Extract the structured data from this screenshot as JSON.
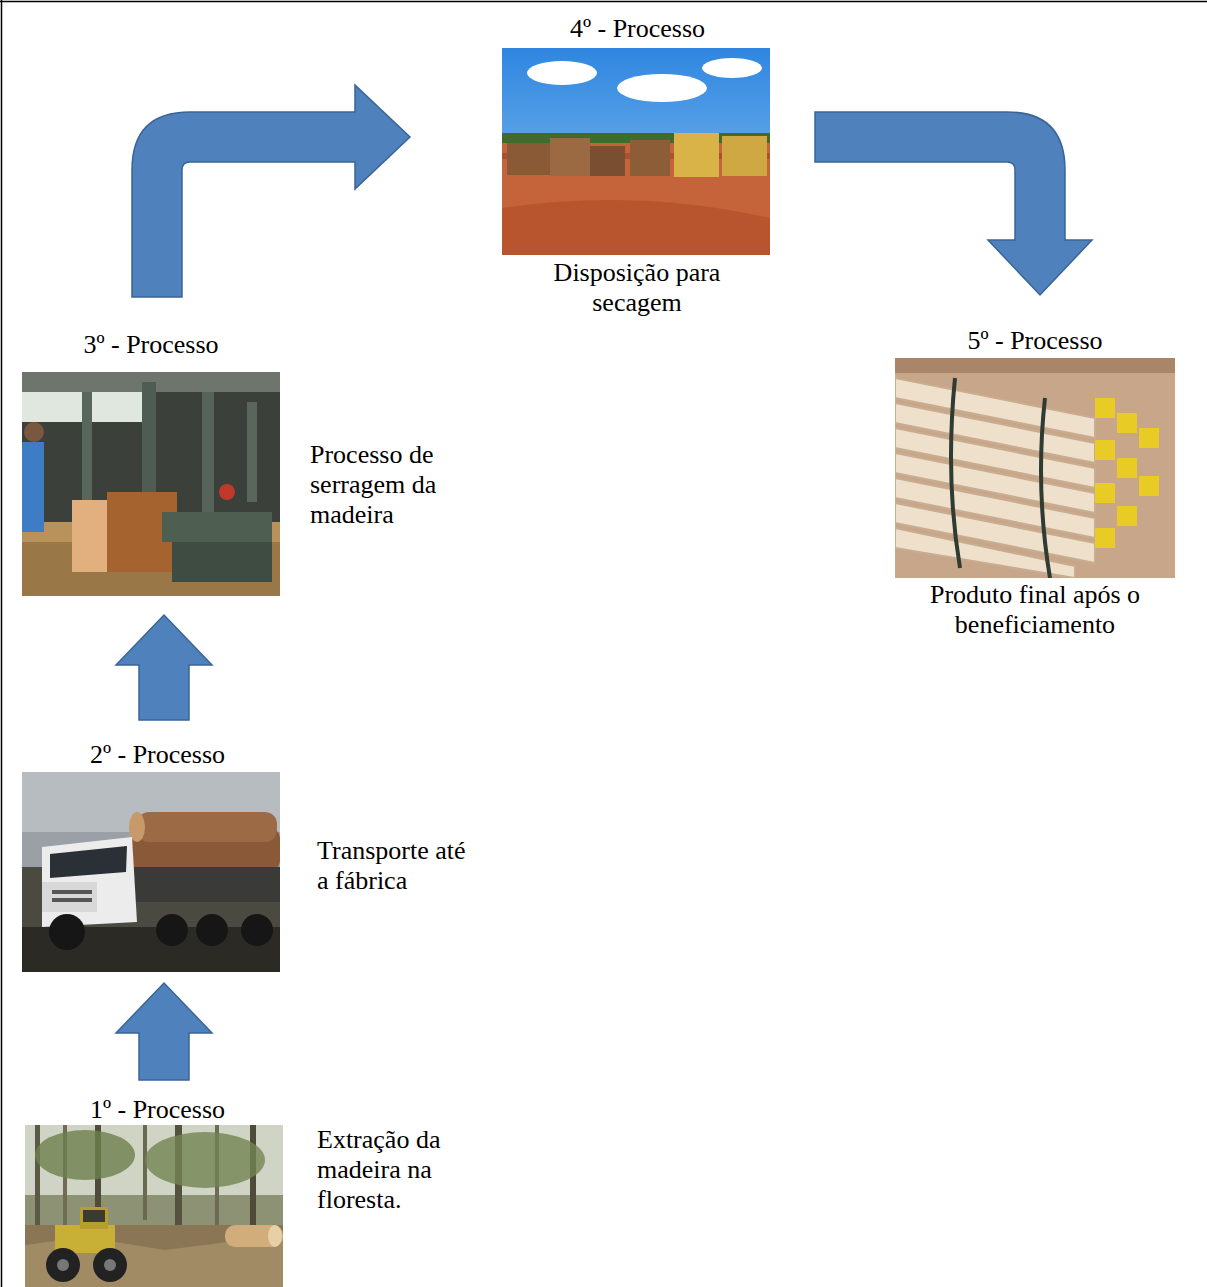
{
  "diagram": {
    "nodes": [
      {
        "text": [
          "1º - Processo",
          "Extração da madeira na floresta."
        ]
      },
      {
        "text": [
          "2º - Processo",
          "Transporte até a fábrica"
        ]
      },
      {
        "text": [
          "3º - Processo",
          "Processo de serragem da madeira"
        ]
      },
      {
        "text": [
          "4º - Processo",
          "Disposição para secagem"
        ]
      },
      {
        "text": [
          "5º - Processo",
          "Produto final após o beneficiamento"
        ]
      }
    ],
    "edges": [
      {
        "from": 0,
        "to": 1,
        "arrow": "to"
      },
      {
        "from": 1,
        "to": 2,
        "arrow": "to"
      },
      {
        "from": 2,
        "to": 3,
        "arrow": "to"
      },
      {
        "from": 3,
        "to": 4,
        "arrow": "to"
      }
    ]
  }
}
